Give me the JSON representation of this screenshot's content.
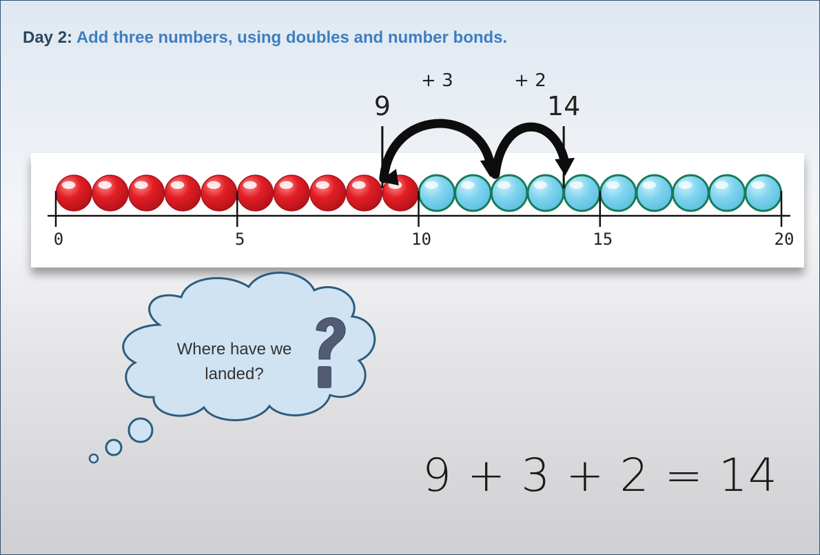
{
  "heading": {
    "prefix": "Day 2: ",
    "title": "Add three numbers, using doubles and number bonds."
  },
  "number_line": {
    "min": 0,
    "max": 20,
    "tick_labels": [
      "0",
      "5",
      "10",
      "15",
      "20"
    ],
    "red_beads": 10,
    "blue_beads": 10,
    "colors": {
      "red_bead": "#e31e25",
      "blue_bead": "#7dd3ee",
      "blue_outline": "#177b58",
      "red_outline": "#a8121a"
    }
  },
  "jumps": [
    {
      "label": "+ 3",
      "from": 9,
      "to": 12
    },
    {
      "label": "+ 2",
      "from": 12,
      "to": 14
    }
  ],
  "markers": [
    {
      "label": "9",
      "value": 9
    },
    {
      "label": "14",
      "value": 14
    }
  ],
  "thought_bubble": {
    "line1": "Where have we",
    "line2": "landed?",
    "icon": "question-mark-icon"
  },
  "equation": "9 + 3 + 2 = 14"
}
